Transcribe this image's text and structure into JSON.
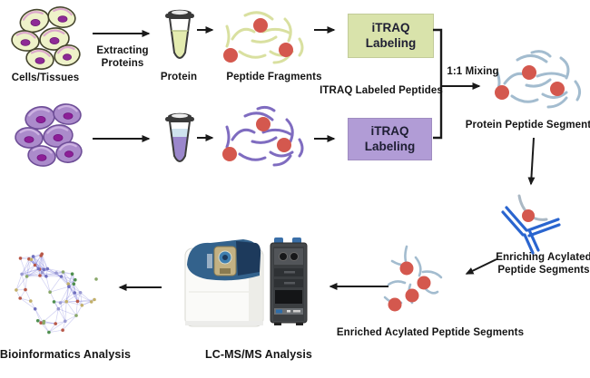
{
  "diagram": {
    "stage1": {
      "cells_label": "Cells/Tissues",
      "extract_label_line1": "Extracting",
      "extract_label_line2": "Proteins",
      "protein_label": "Protein",
      "peptide_fragments_label": "Peptide Fragments",
      "itraq_box_line1": "iTRAQ",
      "itraq_box_line2": "Labeling",
      "itraq_labeled_peptides_label": "ITRAQ Labeled Peptides"
    },
    "mixing": {
      "mixing_label": "1:1 Mixing",
      "protein_peptide_segment_label": "Protein Peptide Segment"
    },
    "enrichment": {
      "enriching_label_line1": "Enriching Acylated",
      "enriching_label_line2": "Peptide Segments",
      "enriched_label": "Enriched Acylated Peptide Segments"
    },
    "analysis": {
      "lcms_label": "LC-MS/MS Analysis",
      "bioinformatics_label": "Bioinformatics Analysis"
    },
    "colors": {
      "itraq_box_green": "#d9e3ab",
      "itraq_box_purple": "#b19cd6",
      "label_dot_red": "#d4584e",
      "peptide_yellow": "#d9e0a0",
      "peptide_purple": "#7f6cc0",
      "peptide_blue": "#a3bccf",
      "antibody_blue": "#2a65cf",
      "cell_yellow_fill": "#eef2c9",
      "cell_purple_fill": "#ab8bcb",
      "arrow_black": "#1a1a1a"
    }
  }
}
